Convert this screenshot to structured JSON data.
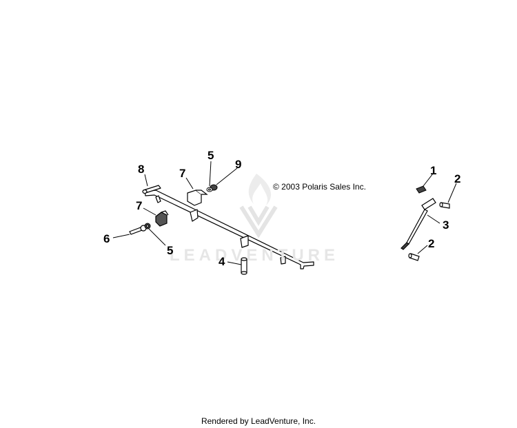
{
  "watermark": {
    "brand": "LEADVENTURE",
    "logo_icon": "flame-chevron-logo-icon"
  },
  "copyright": "© 2003 Polaris Sales Inc.",
  "footer": "Rendered by LeadVenture, Inc.",
  "callouts": {
    "c8": "8",
    "c7a": "7",
    "c5a": "5",
    "c9": "9",
    "c7b": "7",
    "c6": "6",
    "c5b": "5",
    "c4": "4",
    "c1": "1",
    "c2a": "2",
    "c3": "3",
    "c2b": "2"
  }
}
